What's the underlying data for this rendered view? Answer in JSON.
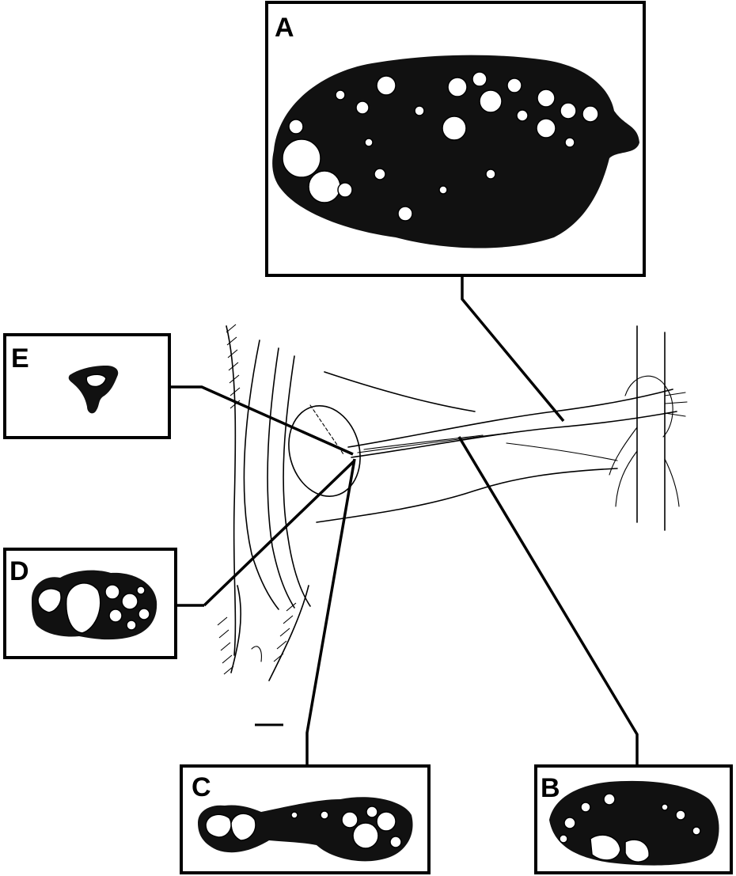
{
  "panels": [
    {
      "id": "A",
      "label": "A"
    },
    {
      "id": "B",
      "label": "B"
    },
    {
      "id": "C",
      "label": "C"
    },
    {
      "id": "D",
      "label": "D"
    },
    {
      "id": "E",
      "label": "E"
    }
  ],
  "colors": {
    "ink": "#000000",
    "background": "#ffffff"
  }
}
